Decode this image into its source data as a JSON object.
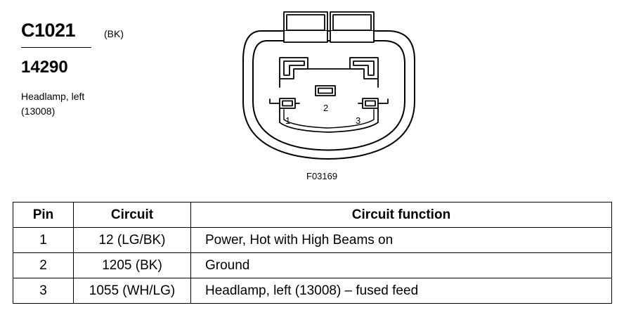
{
  "connector": {
    "id": "C1021",
    "color": "(BK)",
    "part_number": "14290",
    "component_name": "Headlamp, left",
    "component_code": "(13008)"
  },
  "figure": {
    "id": "F03169",
    "pin_labels": [
      "1",
      "2",
      "3"
    ]
  },
  "table": {
    "headers": {
      "pin": "Pin",
      "circuit": "Circuit",
      "function": "Circuit function"
    },
    "rows": [
      {
        "pin": "1",
        "circuit": "12 (LG/BK)",
        "function": "Power, Hot with High Beams on"
      },
      {
        "pin": "2",
        "circuit": "1205 (BK)",
        "function": "Ground"
      },
      {
        "pin": "3",
        "circuit": "1055 (WH/LG)",
        "function": "Headlamp, left (13008) – fused feed"
      }
    ]
  }
}
